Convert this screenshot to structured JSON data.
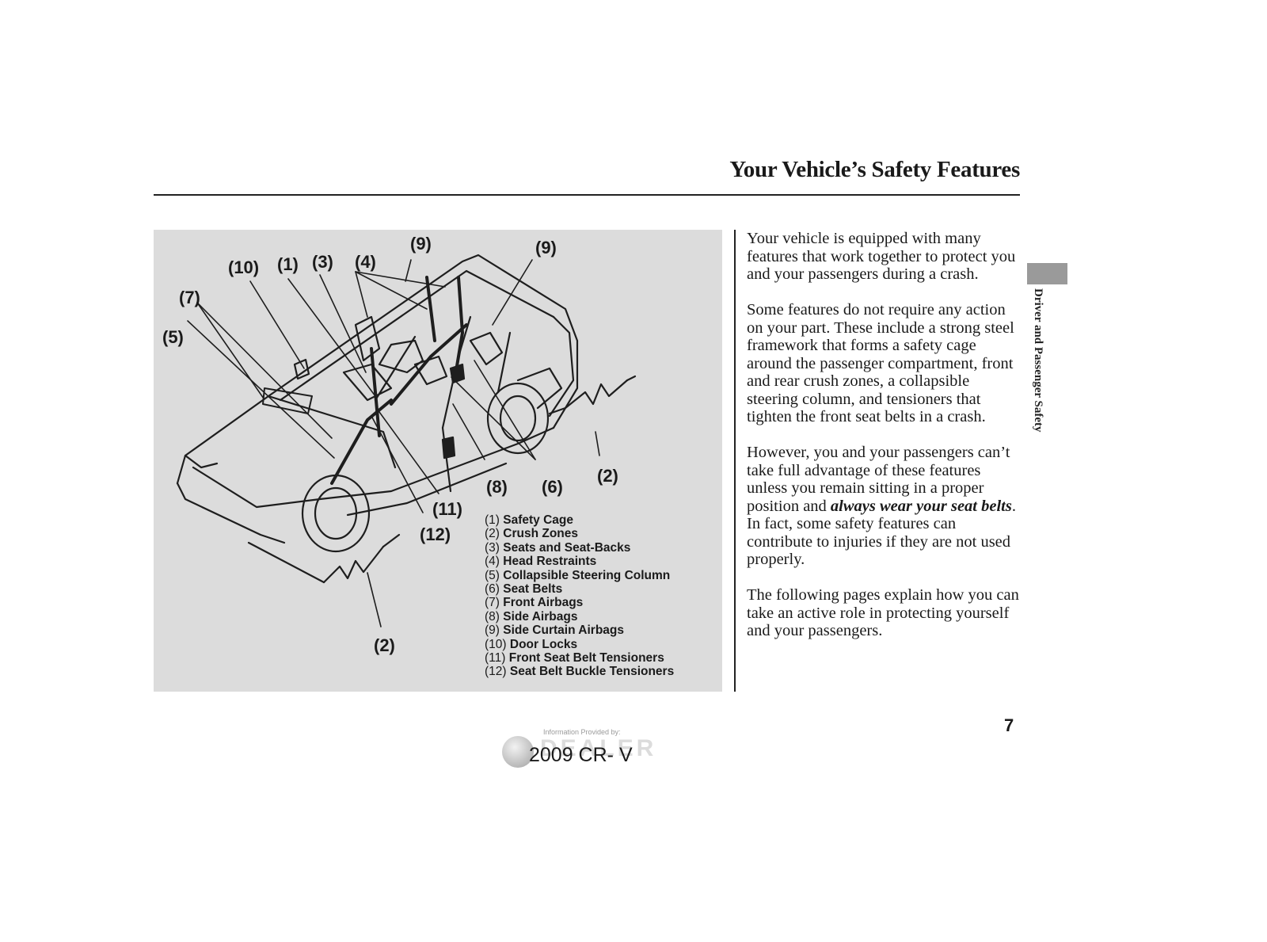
{
  "page": {
    "title": "Your Vehicle’s Safety Features",
    "section_tab": "Driver and Passenger Safety",
    "page_number": "7"
  },
  "figure": {
    "callouts": {
      "c1": "(1)",
      "c2a": "(2)",
      "c2b": "(2)",
      "c3": "(3)",
      "c4": "(4)",
      "c5": "(5)",
      "c6": "(6)",
      "c7": "(7)",
      "c8": "(8)",
      "c9a": "(9)",
      "c9b": "(9)",
      "c10": "(10)",
      "c11": "(11)",
      "c12": "(12)"
    },
    "legend": [
      {
        "num": "(1)",
        "label": "Safety Cage"
      },
      {
        "num": "(2)",
        "label": "Crush Zones"
      },
      {
        "num": "(3)",
        "label": "Seats and Seat-Backs"
      },
      {
        "num": "(4)",
        "label": "Head Restraints"
      },
      {
        "num": "(5)",
        "label": "Collapsible Steering Column"
      },
      {
        "num": "(6)",
        "label": "Seat Belts"
      },
      {
        "num": "(7)",
        "label": "Front Airbags"
      },
      {
        "num": "(8)",
        "label": "Side Airbags"
      },
      {
        "num": "(9)",
        "label": "Side Curtain Airbags"
      },
      {
        "num": "(10)",
        "label": "Door Locks"
      },
      {
        "num": "(11)",
        "label": "Front Seat Belt Tensioners"
      },
      {
        "num": "(12)",
        "label": "Seat Belt Buckle Tensioners"
      }
    ]
  },
  "body": {
    "p1": "Your vehicle is equipped with many features that work together to protect you and your passengers during a crash.",
    "p2": "Some features do not require any action on your part. These include a strong steel framework that forms a safety cage around the passenger compartment, front and rear crush zones, a collapsible steering column, and tensioners that tighten the front seat belts in a crash.",
    "p3_before": "However, you and your passengers can’t take full advantage of these features unless you remain sitting in a proper position and ",
    "p3_emphasis": "always wear your seat belts",
    "p3_after": ". In fact, some safety features can contribute to injuries if they are not used properly.",
    "p4": "The following pages explain how you can take an active role in protecting yourself and your passengers."
  },
  "watermark": {
    "credit": "Information Provided by:",
    "brand": "DEALER",
    "model": "2009  CR- V"
  }
}
